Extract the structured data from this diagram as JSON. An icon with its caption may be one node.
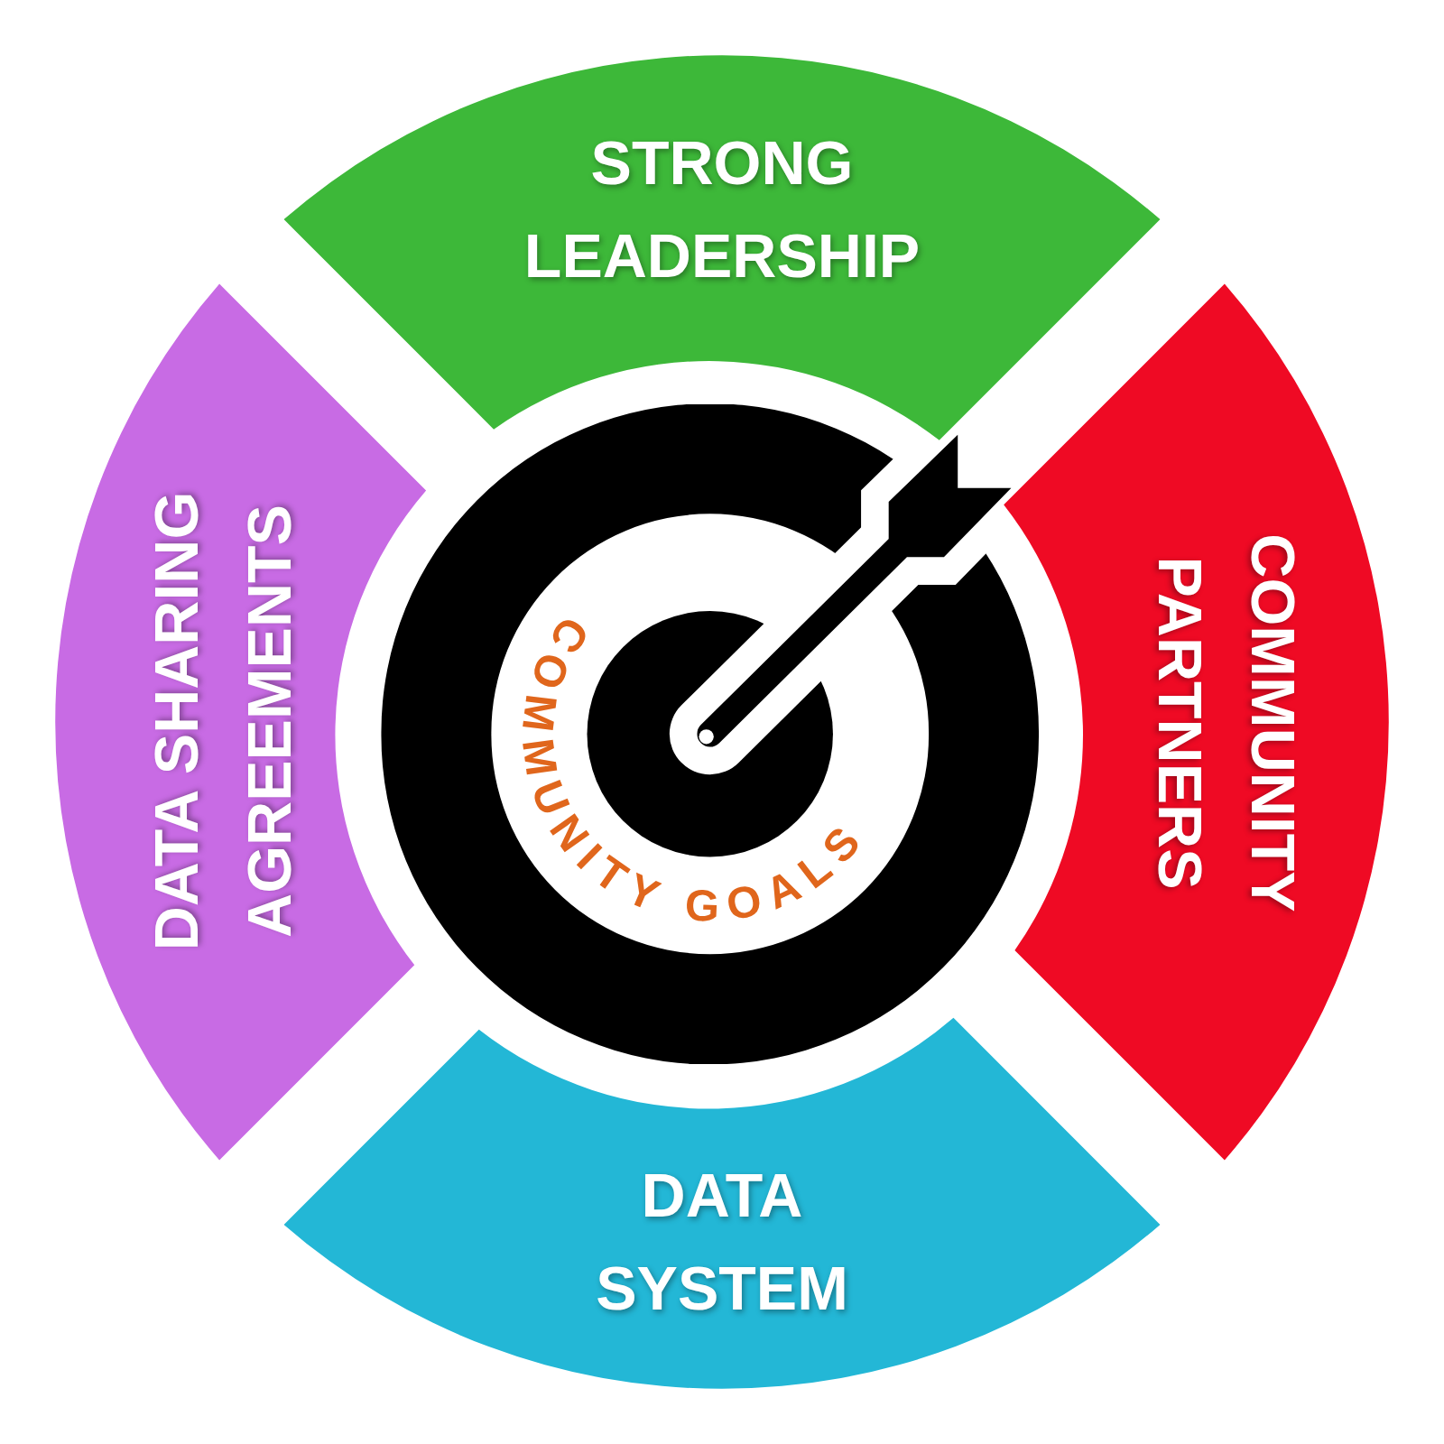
{
  "diagram": {
    "nodes": [
      {
        "text": [
          "STRONG LEADERSHIP"
        ]
      },
      {
        "text": [
          "DATA SHARING AGREEMENTS"
        ]
      },
      {
        "text": [
          "COMMUNITY GOALS"
        ]
      },
      {
        "text": [
          "COMMUNITY PARTNERS"
        ]
      },
      {
        "text": [
          "DATA SYSTEM"
        ]
      }
    ]
  }
}
